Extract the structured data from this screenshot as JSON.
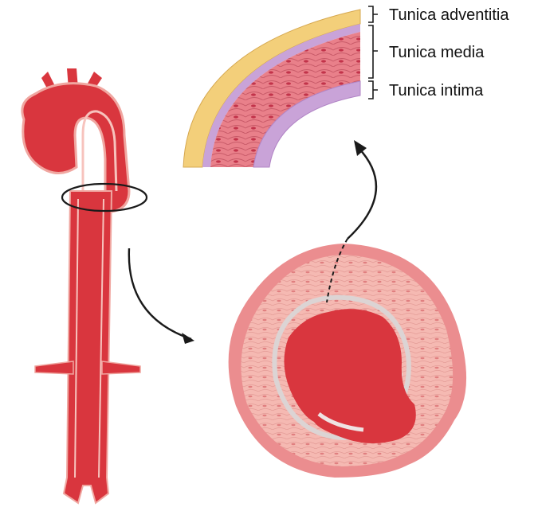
{
  "labels": {
    "adventitia": "Tunica adventitia",
    "media": "Tunica media",
    "intima": "Tunica intima"
  },
  "colors": {
    "blood": "#d9363e",
    "vessel_wall": "#f1a6a0",
    "adventitia": "#f3cf7a",
    "media": "#e4707a",
    "intima": "#c9a3d8",
    "outer_ring": "#eb8d8f",
    "inner_ring": "#f7c5bd",
    "arrow": "#1a1a1a"
  }
}
